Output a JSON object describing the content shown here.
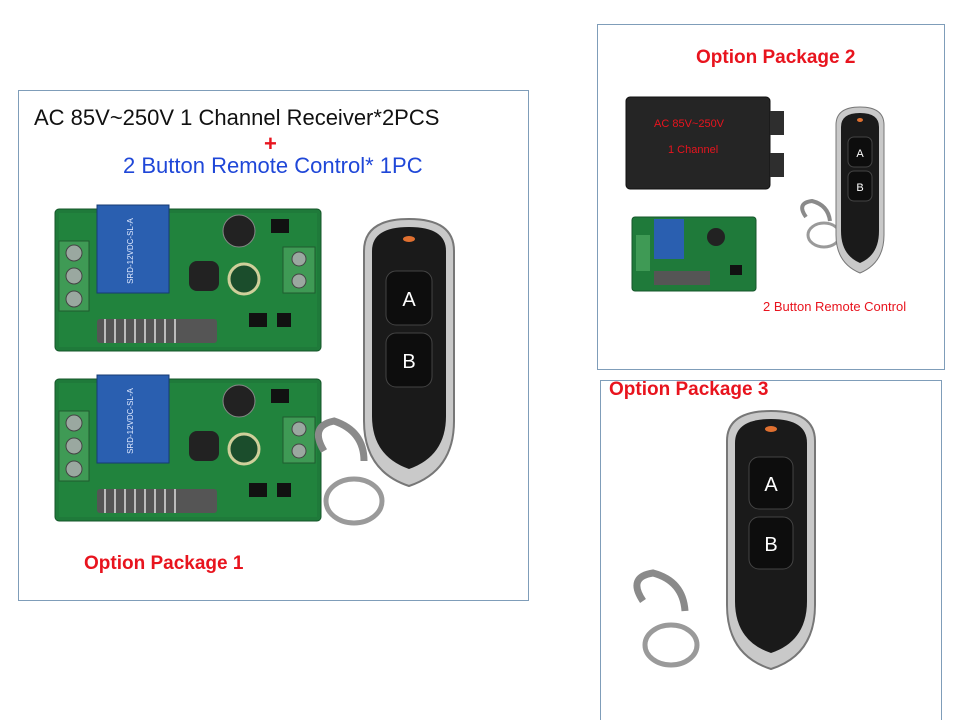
{
  "package1": {
    "line1": "AC 85V~250V 1 Channel Receiver*2PCS",
    "plus": "+",
    "line2": "2 Button Remote Control* 1PC",
    "label": "Option Package 1"
  },
  "package2": {
    "label": "Option Package 2",
    "case_text_1": "AC 85V~250V",
    "case_text_2": "1 Channel",
    "remote_caption": "2 Button Remote Control"
  },
  "package3": {
    "label": "Option Package 3"
  },
  "remote": {
    "button_a": "A",
    "button_b": "B"
  },
  "colors": {
    "title_red": "#e8141e",
    "title_blue": "#1f47d8",
    "board_green": "#1f7a3a",
    "relay_blue": "#2a5fb0"
  }
}
